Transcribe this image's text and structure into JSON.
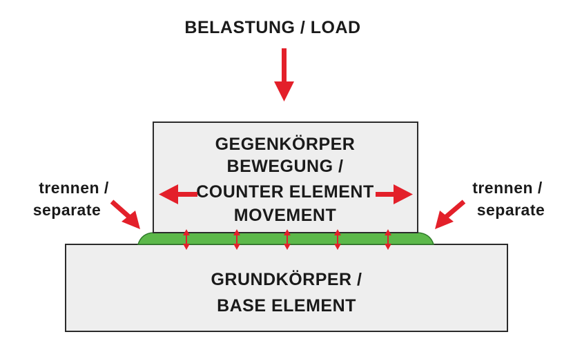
{
  "load_label": "BELASTUNG / LOAD",
  "counter_element": {
    "lines": [
      "GEGENKÖRPER",
      "BEWEGUNG /",
      "COUNTER ELEMENT",
      "MOVEMENT"
    ]
  },
  "base_element": {
    "lines": [
      "GRUNDKÖRPER /",
      "BASE ELEMENT"
    ]
  },
  "separate_left": {
    "lines": [
      "trennen /",
      "separate"
    ]
  },
  "separate_right": {
    "lines": [
      "trennen /",
      "separate"
    ]
  },
  "colors": {
    "arrow": "#e3202a",
    "block_fill": "#eeeeee",
    "block_stroke": "#2a2a2a",
    "film": "#5cb84a",
    "film_stroke": "#2f7a2a",
    "text": "#1a1a1a"
  }
}
